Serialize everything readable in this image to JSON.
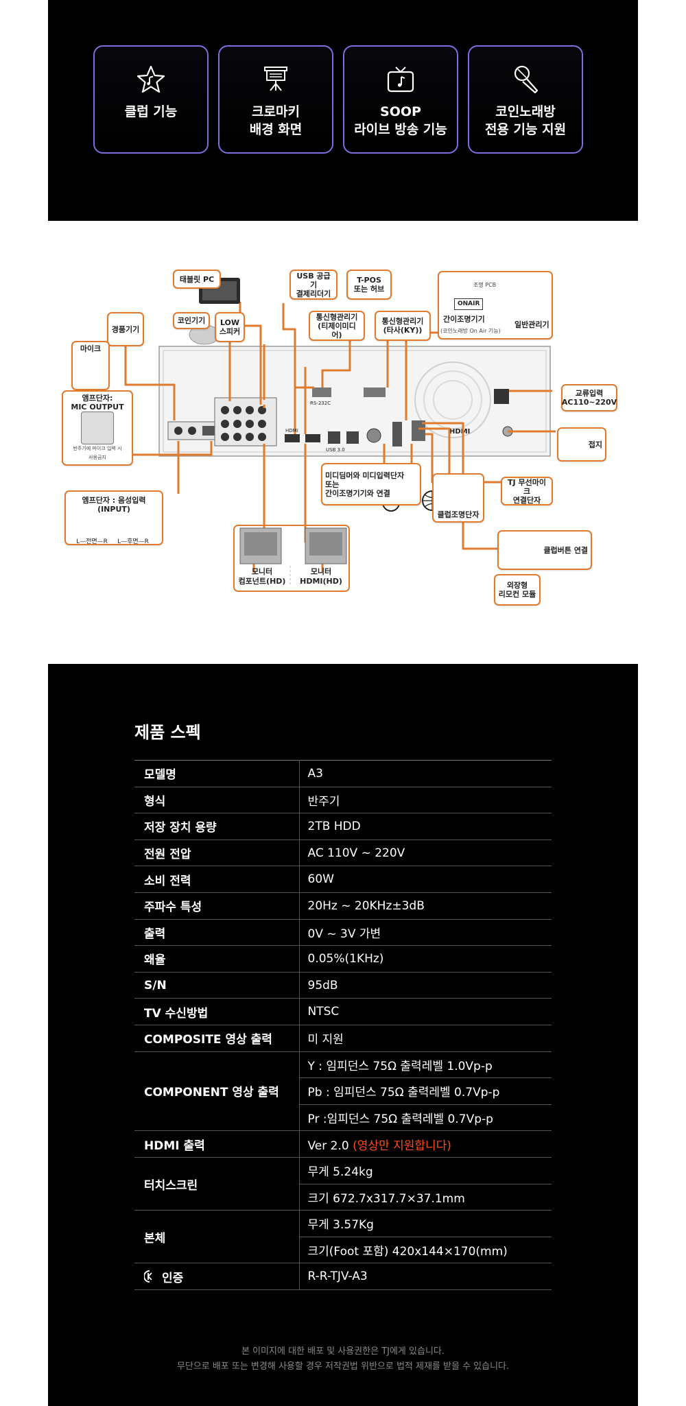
{
  "features": [
    {
      "icon": "star-note-icon",
      "lines": [
        "클럽 기능"
      ]
    },
    {
      "icon": "projector-screen-icon",
      "lines": [
        "크로마키",
        "배경 화면"
      ]
    },
    {
      "icon": "tv-music-icon",
      "lines": [
        "SOOP",
        "라이브 방송 기능"
      ]
    },
    {
      "icon": "microphone-icon",
      "lines": [
        "코인노래방",
        "전용 기능 지원"
      ]
    }
  ],
  "diagram": {
    "labels": {
      "tablet_pc": "태블릿 PC",
      "usb_supply": "USB 공급기\n결제리더기",
      "tpos": "T-POS\n또는 허브",
      "onair_pcb": "조명 PCB",
      "onair": "ONAIR",
      "light_device": "간이조명기기",
      "light_device_sub": "(코인노래방 On Air 기능)",
      "general_manager": "일반관리기",
      "prize": "경품기기",
      "coin": "코인기기",
      "low_speaker": "LOW\n스피커",
      "comm_tj": "통신형관리기\n(티제이미디어)",
      "comm_ky": "통신형관리기\n(타사(KY))",
      "mic": "마이크",
      "amp_mic": "앰프단자:\nMIC OUTPUT",
      "amp_mic_note": "반주기에 마이크 입력 시\n사용금지",
      "ac_input": "교류입력\nAC110~220V",
      "ground": "접지",
      "midi": "미디딤머와 미디입력단자\n또는\n간이조명기기와 연결",
      "club_light": "클럽조명단자",
      "tj_wireless": "TJ 무선마이크\n연결단자",
      "club_button": "클럽버튼 연결",
      "remote": "외장형\n리모컨 모듈",
      "amp_input": "엠프단자 : 음성입력(INPUT)",
      "amp_input_lr1": "L—전면—R",
      "amp_input_lr2": "L—후면—R",
      "monitor_comp": "모니터\n컴포넌트(HD)",
      "monitor_hdmi": "모니터\nHDMI(HD)",
      "panel_rs232": "RS-232C",
      "panel_hdmi": "HDMI",
      "panel_usb": "USB 3.0"
    }
  },
  "specs": {
    "title": "제품 스펙",
    "rows": [
      {
        "k": "모델명",
        "v": [
          "A3"
        ]
      },
      {
        "k": "형식",
        "v": [
          "반주기"
        ]
      },
      {
        "k": "저장 장치 용량",
        "v": [
          "2TB HDD"
        ]
      },
      {
        "k": "전원 전압",
        "v": [
          "AC 110V ~ 220V"
        ]
      },
      {
        "k": "소비 전력",
        "v": [
          "60W"
        ]
      },
      {
        "k": "주파수 특성",
        "v": [
          "20Hz ~ 20KHz±3dB"
        ]
      },
      {
        "k": "출력",
        "v": [
          "0V ~ 3V 가변"
        ]
      },
      {
        "k": "왜율",
        "v": [
          "0.05%(1KHz)"
        ]
      },
      {
        "k": "S/N",
        "v": [
          "95dB"
        ]
      },
      {
        "k": "TV 수신방법",
        "v": [
          "NTSC"
        ]
      },
      {
        "k": "COMPOSITE 영상 출력",
        "v": [
          "미 지원"
        ]
      },
      {
        "k": "COMPONENT 영상 출력",
        "v": [
          "Y : 임피던스 75Ω 출력레벨 1.0Vp-p",
          "Pb : 임피던스 75Ω 출력레벨 0.7Vp-p",
          "Pr :임피던스 75Ω 출력레벨 0.7Vp-p"
        ]
      },
      {
        "k": "HDMI 출력",
        "v": [
          "Ver 2.0"
        ],
        "highlight": "(영상만 지원합니다)"
      },
      {
        "k": "터치스크린",
        "v": [
          "무게  5.24kg",
          "크기  672.7x317.7×37.1mm"
        ]
      },
      {
        "k": "본체",
        "v": [
          "무게  3.57Kg",
          "크기(Foot 포함)  420x144×170(mm)"
        ]
      },
      {
        "k": "인증",
        "v": [
          "R-R-TJV-A3"
        ],
        "icon": "kc-mark-icon"
      }
    ],
    "footer": [
      "본 이미지에 대한 배포 및 사용권한은 TJ에게 있습니다.",
      "무단으로 배포 또는 변경해 사용할 경우 저작권법 위반으로 법적 제재를 받을 수 있습니다."
    ]
  },
  "colors": {
    "accent": "#e07a2c",
    "card_border": "#7d6ee0",
    "highlight": "#ff4b1f"
  }
}
